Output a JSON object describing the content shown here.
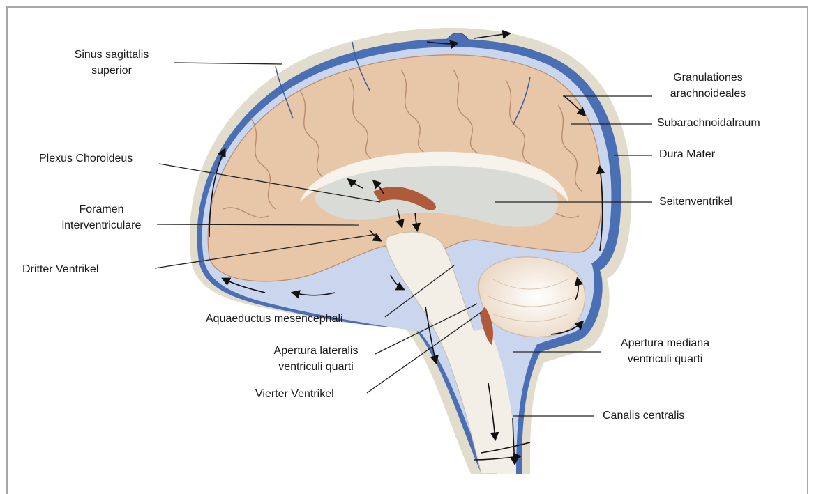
{
  "labels": {
    "sinus_sagittalis_1": "Sinus sagittalis",
    "sinus_sagittalis_2": "superior",
    "plexus_choroideus": "Plexus Choroideus",
    "foramen_1": "Foramen",
    "foramen_2": "interventriculare",
    "dritter_ventrikel": "Dritter Ventrikel",
    "aquaeductus": "Aquaeductus mesencephali",
    "apertura_lateralis_1": "Apertura lateralis",
    "apertura_lateralis_2": "ventriculi quarti",
    "vierter_ventrikel": "Vierter Ventrikel",
    "granulationes_1": "Granulationes",
    "granulationes_2": "arachnoideales",
    "subarachnoidalraum": "Subarachnoidalraum",
    "dura_mater": "Dura Mater",
    "seitenventrikel": "Seitenventrikel",
    "apertura_mediana_1": "Apertura mediana",
    "apertura_mediana_2": "ventriculi quarti",
    "canalis_centralis": "Canalis centralis"
  },
  "colors": {
    "dura": "#4a6fb5",
    "csf": "#c9d6ee",
    "skull": "#e2dccc",
    "brain": "#e8c7a8",
    "brain_dark": "#b88c6a",
    "plexus": "#b05a3c",
    "ventricle": "#d9dcd6",
    "brainstem": "#f3eee6",
    "leader": "#222222"
  }
}
